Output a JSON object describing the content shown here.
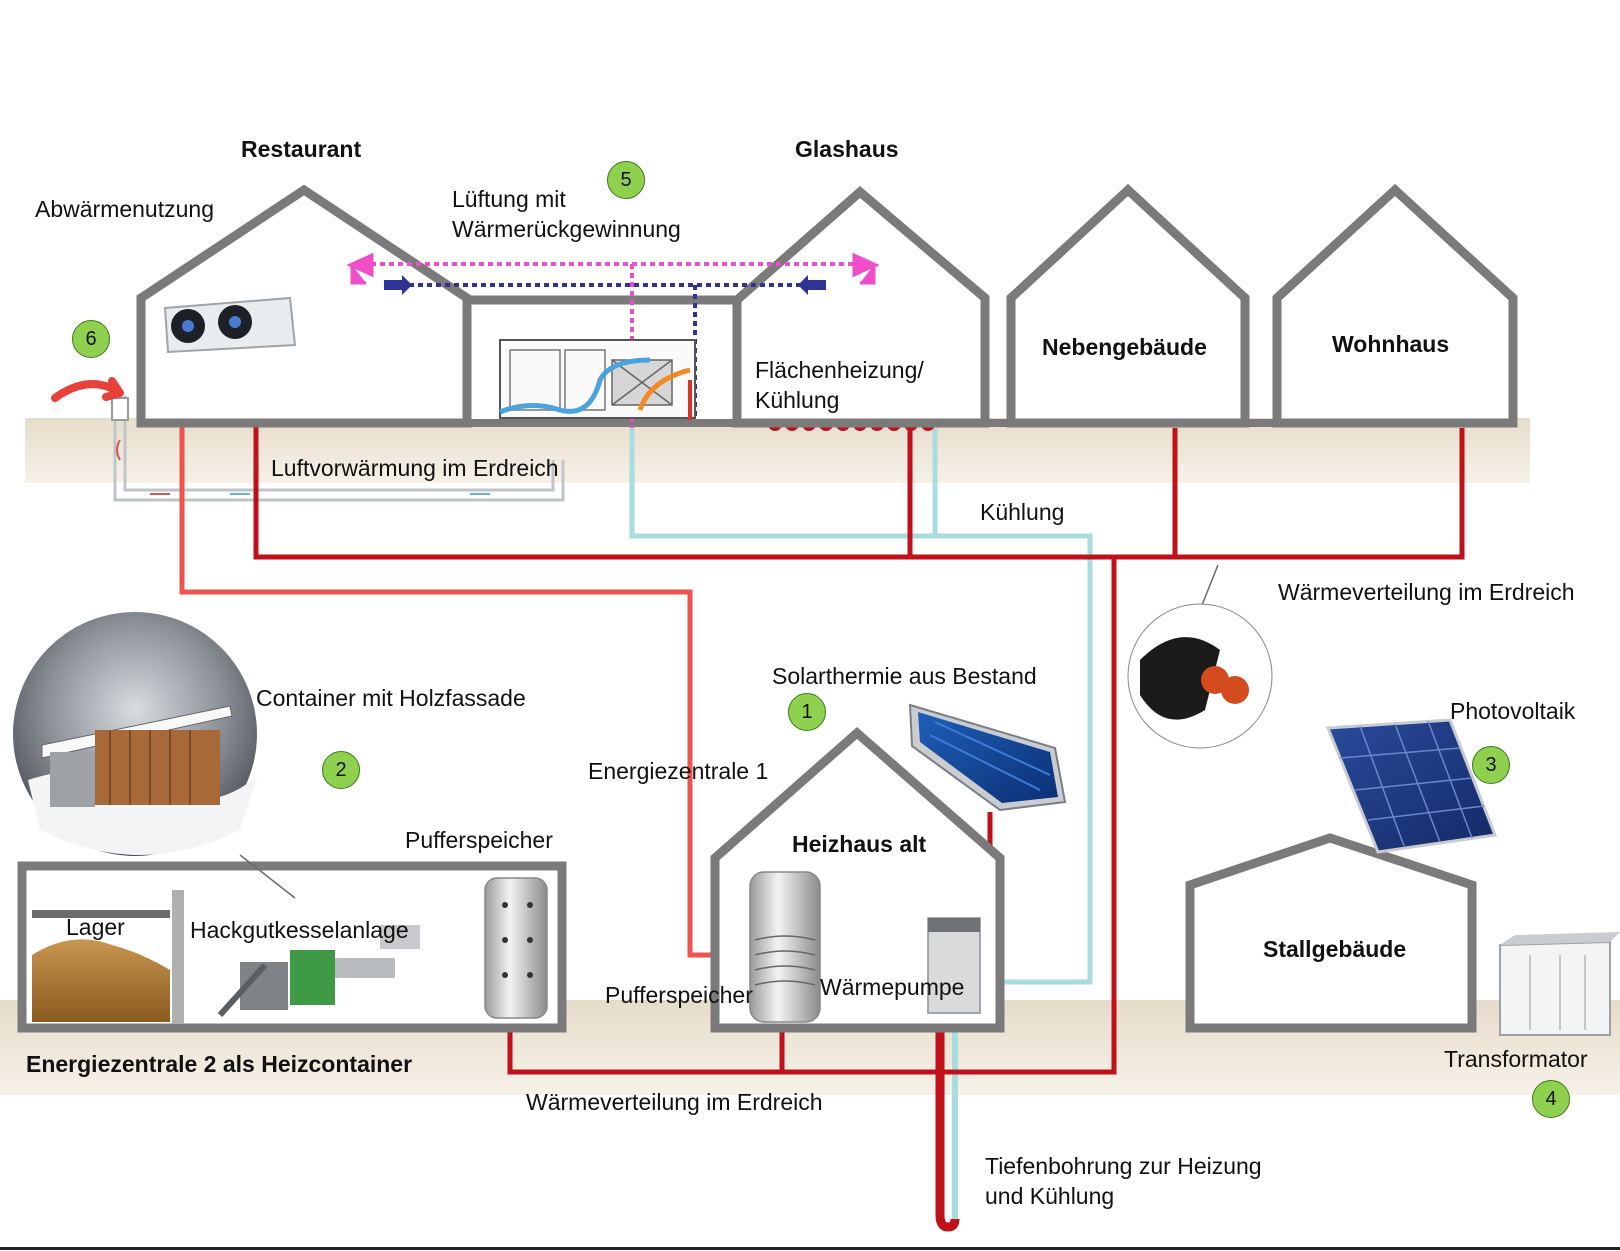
{
  "labels": {
    "restaurant": "Restaurant",
    "glashaus": "Glashaus",
    "abwaerme": "Abwärmenutzung",
    "lueftung_1": "Lüftung mit",
    "lueftung_2": "Wärmerückgewinnung",
    "nebengebaeude": "Nebengebäude",
    "wohnhaus": "Wohnhaus",
    "flaechenheizung_1": "Flächenheizung/",
    "flaechenheizung_2": "Kühlung",
    "luftvorwaermung": "Luftvorwärmung im Erdreich",
    "kuehlung": "Kühlung",
    "waermeverteilung_rechts": "Wärmeverteilung im Erdreich",
    "container_holz": "Container mit Holzfassade",
    "solarthermie": "Solarthermie aus Bestand",
    "photovoltaik": "Photovoltaik",
    "energiezentrale1": "Energiezentrale 1",
    "pufferspeicher_oben": "Pufferspeicher",
    "heizhaus_alt": "Heizhaus alt",
    "lager": "Lager",
    "hackgut": "Hackgutkesselanlage",
    "pufferspeicher_unten": "Pufferspeicher",
    "waermepumpe": "Wärmepumpe",
    "stallgebaeude": "Stallgebäude",
    "energiezentrale2": "Energiezentrale 2 als Heizcontainer",
    "transformator": "Transformator",
    "waermeverteilung_unten": "Wärmeverteilung im Erdreich",
    "tiefenbohrung_1": "Tiefenbohrung zur Heizung",
    "tiefenbohrung_2": "und Kühlung"
  },
  "badges": {
    "b1": "1",
    "b2": "2",
    "b3": "3",
    "b4": "4",
    "b5": "5",
    "b6": "6"
  },
  "colors": {
    "building_outline": "#7a7a7a",
    "ground": "#eee5d6",
    "heat_pipe_dark": "#c0101a",
    "heat_pipe_light": "#ef5350",
    "cooling_pipe": "#a8dde0",
    "ventilation_pink": "#ee4fc8",
    "ventilation_blue": "#2f3394",
    "badge_fill": "#8fd14f"
  }
}
